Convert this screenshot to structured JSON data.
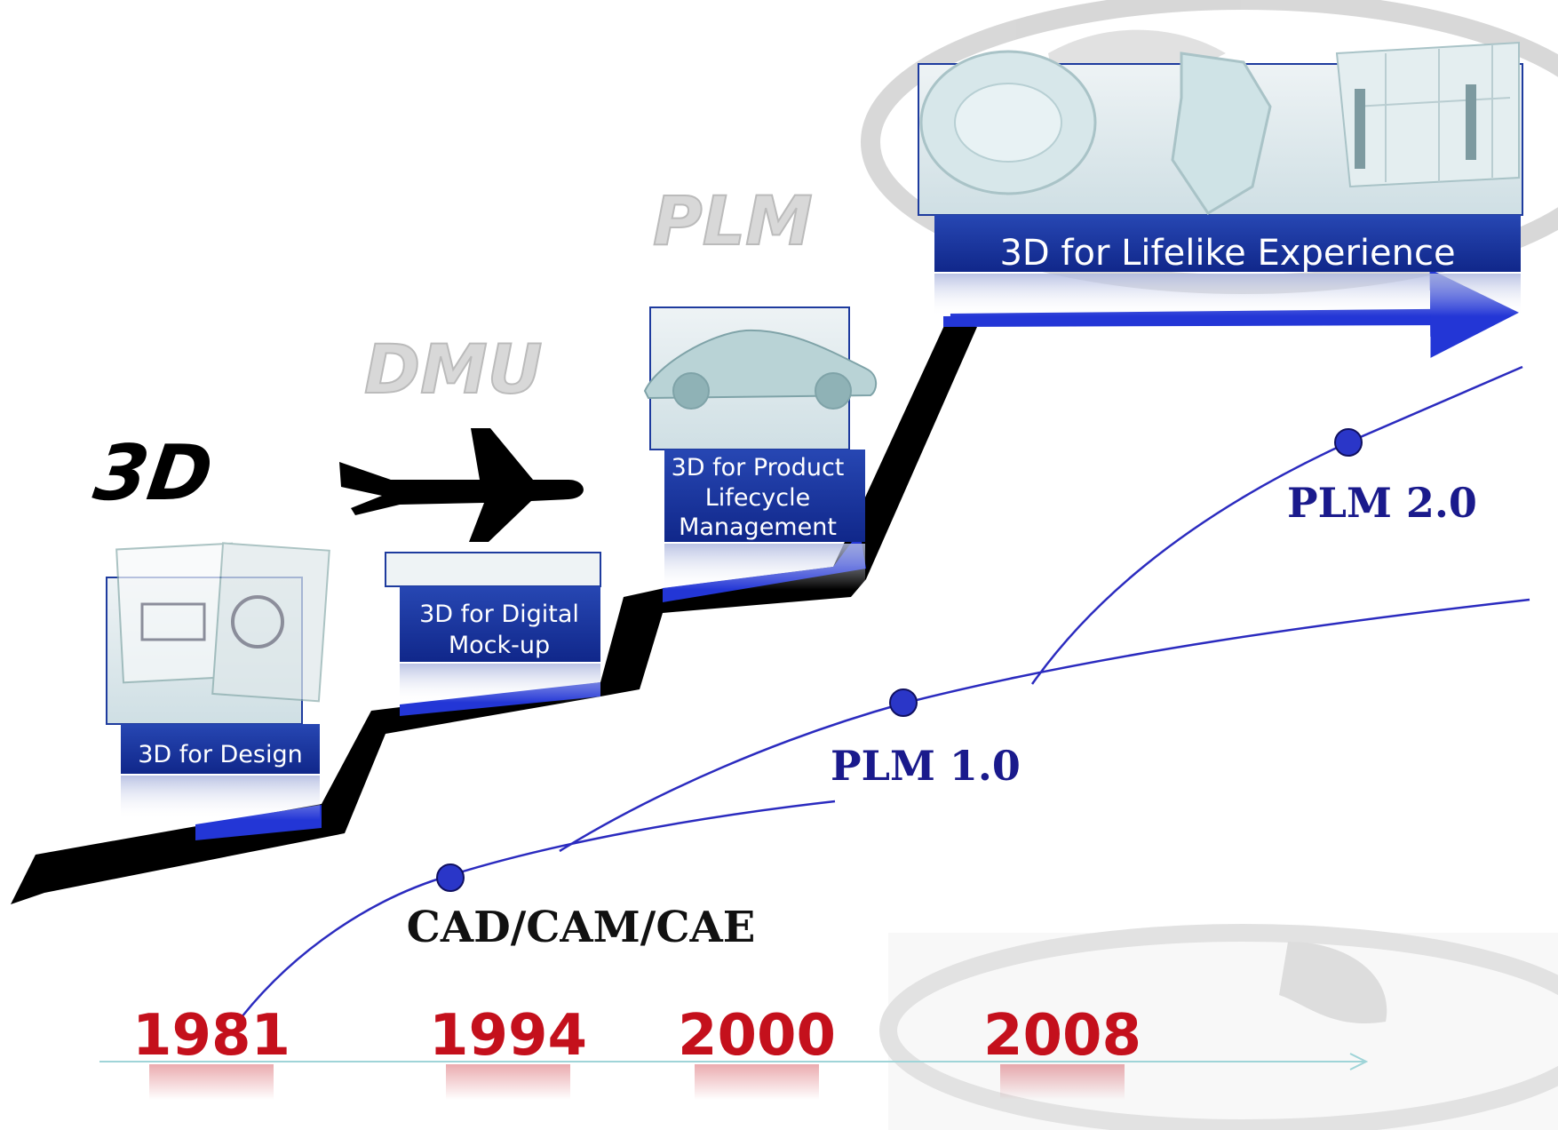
{
  "years": [
    "1981",
    "1994",
    "2000",
    "2008"
  ],
  "steps": {
    "design": {
      "line1": "3D for Design"
    },
    "dmu": {
      "line1": "3D for Digital",
      "line2": "Mock-up"
    },
    "plm": {
      "line1": "3D for Product",
      "line2": "Lifecycle",
      "line3": "Management"
    },
    "lifelike": {
      "line1": "3D for Lifelike Experience"
    }
  },
  "eras": {
    "cad": "CAD/CAM/CAE",
    "plm1": "PLM 1.0",
    "plm2": "PLM 2.0"
  },
  "logos": {
    "threeD": "3D",
    "dmu": "DMU",
    "plm": "PLM"
  },
  "colors": {
    "step_panel": "#1e3b9e",
    "panel_text": "#ffffff",
    "curve": "#2b2bbf",
    "milestone_dot": "#2a36c8",
    "era_label_blue": "#1a1a8c",
    "era_label_black": "#111111",
    "year_red": "#c4101c",
    "staircase": "#000000",
    "accent_edge": "#2336d6",
    "timeline": "#9fd4d8"
  }
}
